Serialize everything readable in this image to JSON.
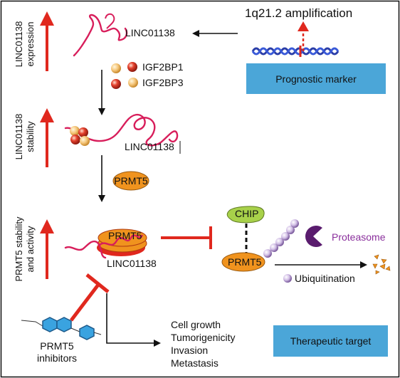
{
  "left_axis": {
    "expression_line1": "LINC01138",
    "expression_line2": "expression",
    "stability_line1": "LINC01138",
    "stability_line2": "stability",
    "prmt5_line1": "PRMT5 stability",
    "prmt5_line2": "and activity"
  },
  "top": {
    "amplification": "1q21.2 amplification",
    "linc_label": "LINC01138",
    "igf2bp1": "IGF2BP1",
    "igf2bp3": "IGF2BP3",
    "prognostic_marker": "Prognostic marker"
  },
  "middle": {
    "linc_label": "LINC01138",
    "prmt5_label": "PRMT5"
  },
  "bottom": {
    "complex_prmt5": "PRMT5",
    "complex_linc": "LINC01138",
    "chip": "CHIP",
    "prmt5_right": "PRMT5",
    "proteasome": "Proteasome",
    "ubiquitination": "Ubiquitination",
    "inhibitors_line1": "PRMT5",
    "inhibitors_line2": "inhibitors",
    "outcomes": [
      "Cell growth",
      "Tumorigenicity",
      "Invasion",
      "Metastasis"
    ],
    "therapeutic_target": "Therapeutic target"
  },
  "colors": {
    "red_arrow": "#e0281e",
    "blue_box": "#4ba6d8",
    "rna": "#d81e5b",
    "orange": "#f0931e",
    "green": "#a8d14a",
    "purple": "#8a2f9c",
    "ubiquitin": "#c9b2e0"
  }
}
